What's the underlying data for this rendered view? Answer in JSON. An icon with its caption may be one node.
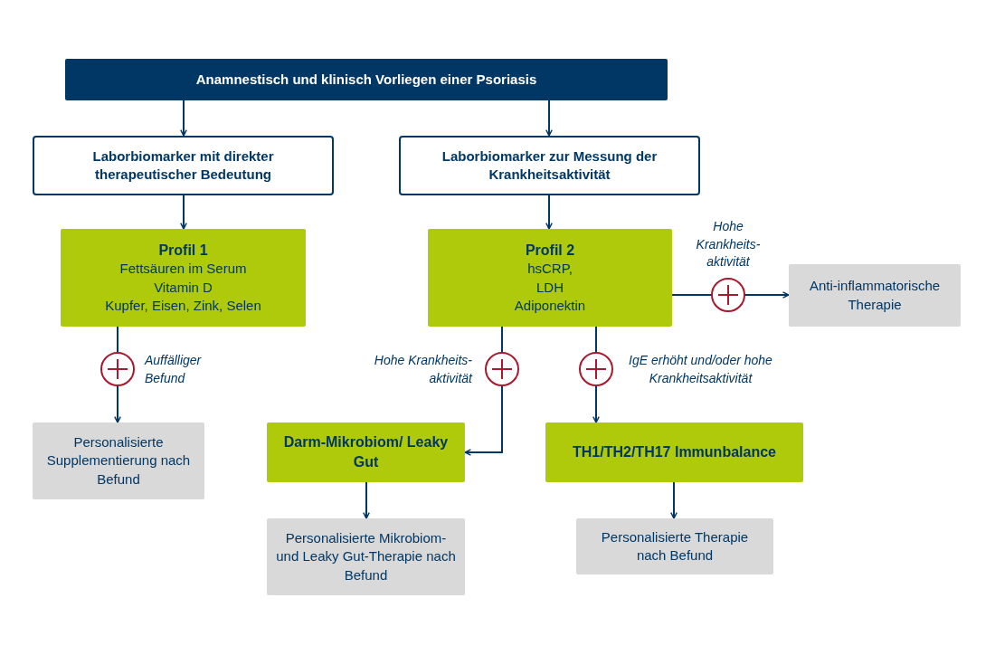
{
  "diagram": {
    "nodes": [
      {
        "text": [
          "Anamnestisch und klinisch Vorliegen einer Psoriasis"
        ]
      },
      {
        "text": [
          "Laborbiomarker mit direkter therapeutischer Bedeutung"
        ]
      },
      {
        "text": [
          "Laborbiomarker zur Messung der Krankheitsaktivität"
        ]
      },
      {
        "text": [
          "Profil 1",
          "Fettsäuren im Serum",
          "Vitamin D",
          "Kupfer, Eisen, Zink, Selen"
        ]
      },
      {
        "text": [
          "Profil 2",
          "hsCRP,",
          "LDH",
          "Adiponektin"
        ]
      },
      {
        "text": [
          "Personalisierte Supplementierung nach Befund"
        ]
      },
      {
        "text": [
          "Anti-inflammatorische Therapie"
        ]
      },
      {
        "text": [
          "Darm-Mikrobiom/ Leaky Gut"
        ]
      },
      {
        "text": [
          "TH1/TH2/TH17 Immunbalance"
        ]
      },
      {
        "text": [
          "Personalisierte Mikrobiom- und Leaky Gut-Therapie nach Befund"
        ]
      },
      {
        "text": [
          "Personalisierte Therapie nach Befund"
        ]
      }
    ],
    "edges": [
      {
        "from": 0,
        "to": 1,
        "arrow": "to"
      },
      {
        "from": 0,
        "to": 2,
        "arrow": "to"
      },
      {
        "from": 1,
        "to": 3,
        "arrow": "to"
      },
      {
        "from": 2,
        "to": 4,
        "arrow": "to"
      },
      {
        "from": 3,
        "to": 5,
        "arrow": "to",
        "label": "Auffälliger Befund"
      },
      {
        "from": 4,
        "to": 7,
        "arrow": "to",
        "label": "Hohe Krankheits-aktivität"
      },
      {
        "from": 4,
        "to": 8,
        "arrow": "to",
        "label": "IgE erhöht und/oder hohe Krankheitsaktivität"
      },
      {
        "from": 4,
        "to": 6,
        "arrow": "to",
        "label": "Hohe Krankheits-aktivität"
      },
      {
        "from": 7,
        "to": 9,
        "arrow": "to"
      },
      {
        "from": 8,
        "to": 10,
        "arrow": "to"
      }
    ]
  }
}
